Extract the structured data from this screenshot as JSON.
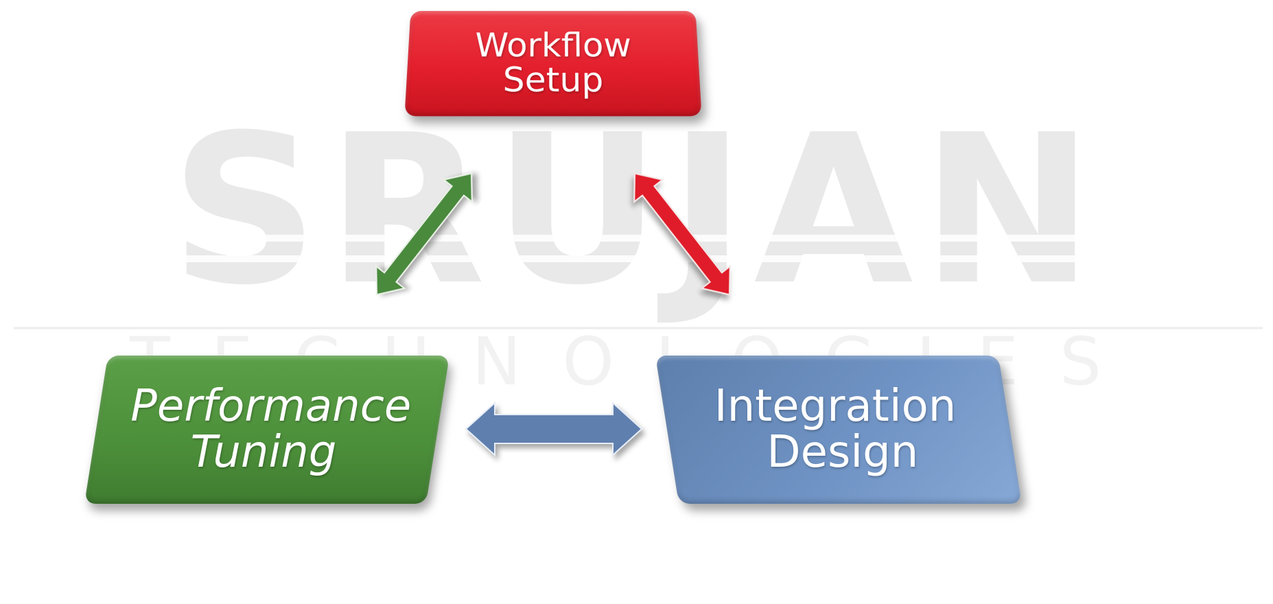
{
  "watermark": {
    "main": "SRUJAN",
    "sub": "TECHNOLOGIES"
  },
  "nodes": {
    "workflow": {
      "line1": "Workflow",
      "line2": "Setup",
      "color": "#e41f2d"
    },
    "performance": {
      "line1": "Performance",
      "line2": "Tuning",
      "color": "#4c8f3a"
    },
    "integration": {
      "line1": "Integration",
      "line2": "Design",
      "color": "#6f93c4"
    }
  },
  "arrows": [
    {
      "from": "performance",
      "to": "workflow",
      "style": "double-headed",
      "color": "#4a8a3e"
    },
    {
      "from": "workflow",
      "to": "integration",
      "style": "double-headed",
      "color": "#e01f2c"
    },
    {
      "from": "performance",
      "to": "integration",
      "style": "double-headed",
      "color": "#5e7fae"
    }
  ]
}
